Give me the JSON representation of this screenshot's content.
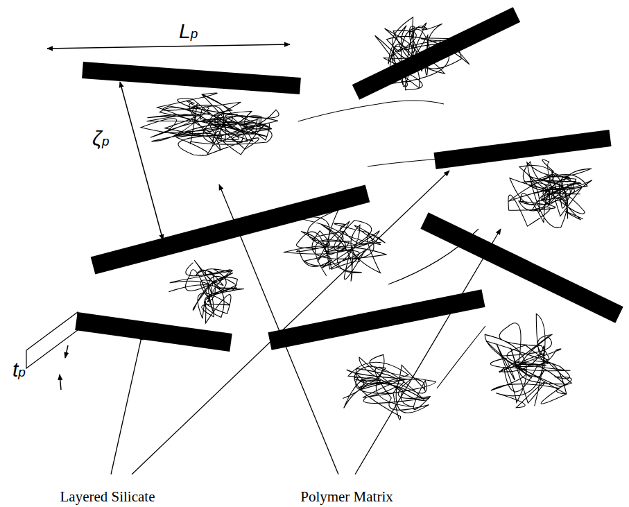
{
  "diagram": {
    "labels": [
      "Lp",
      "ζp",
      "tp",
      "Layered Silicate",
      "Polymer Matrix"
    ]
  }
}
